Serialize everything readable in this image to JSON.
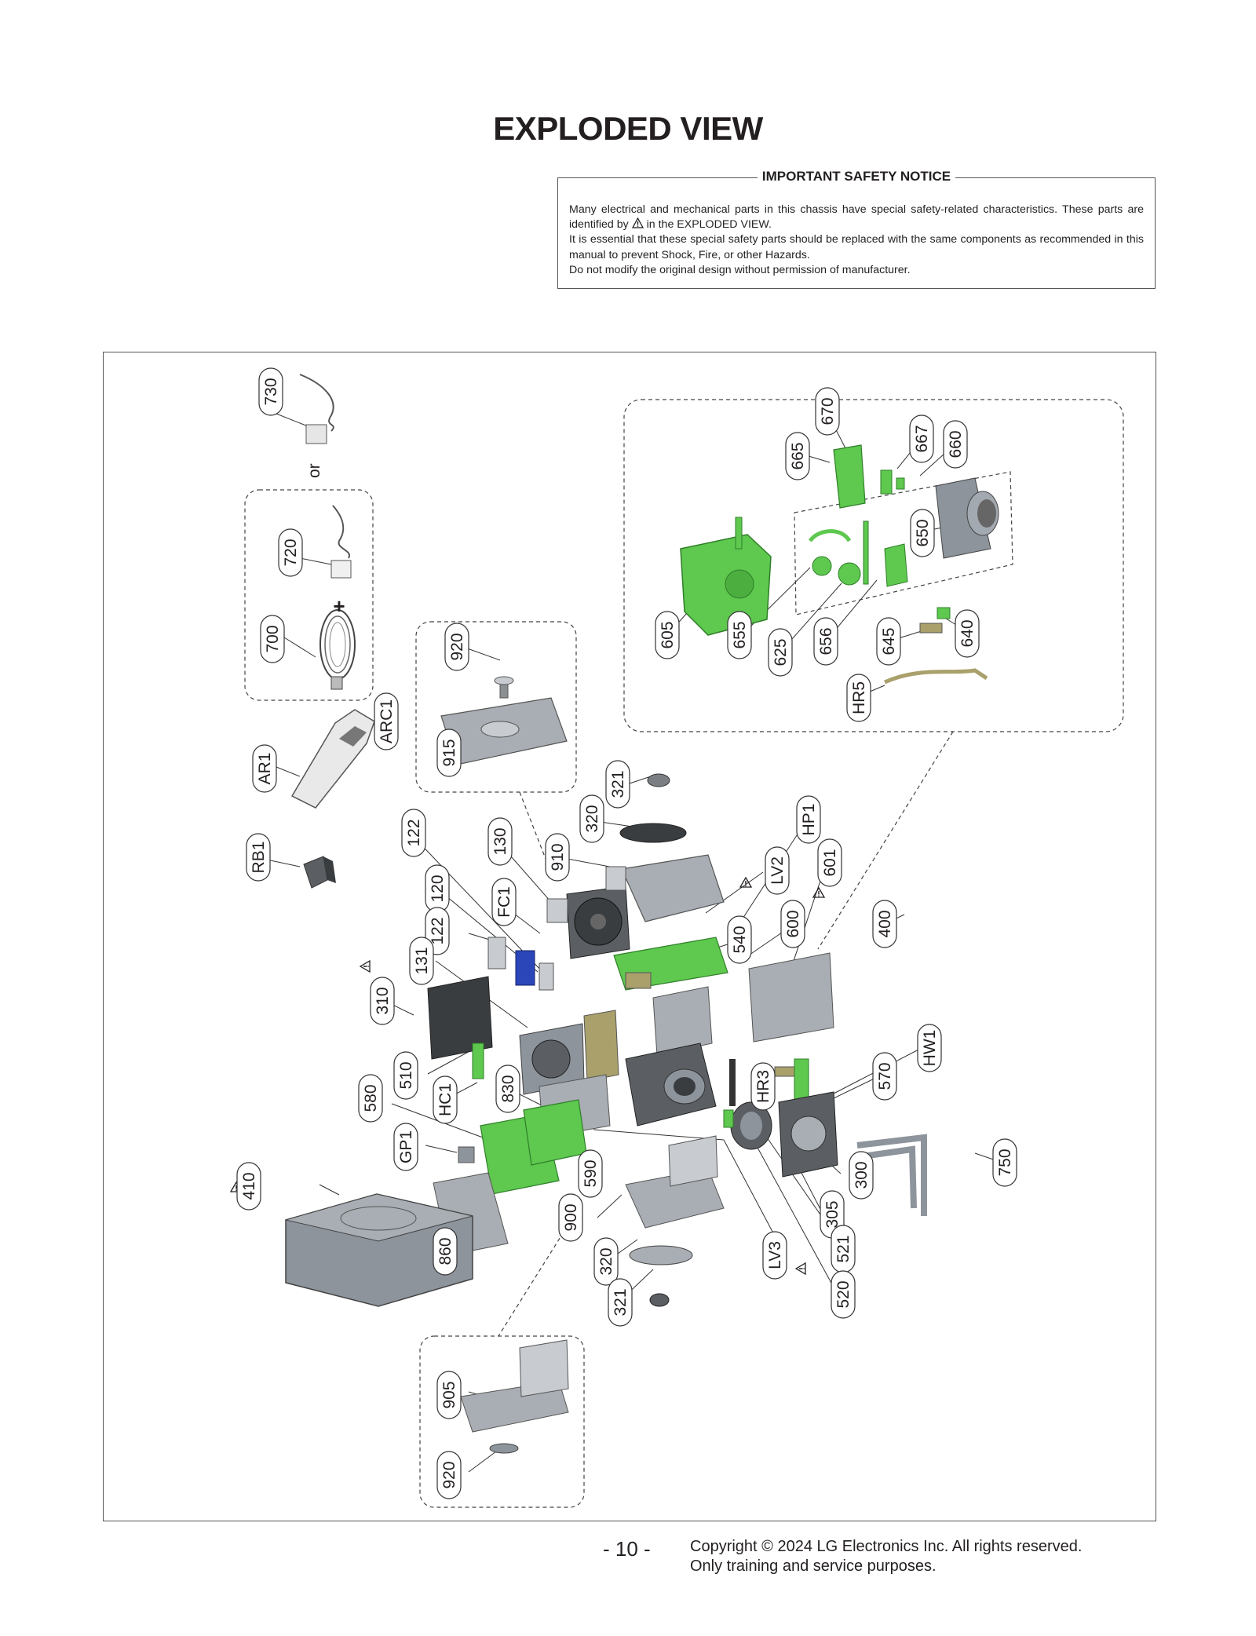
{
  "page_title": "EXPLODED VIEW",
  "safety_notice": {
    "heading": "IMPORTANT SAFETY NOTICE",
    "line1_prefix": "Many electrical and mechanical parts in this chassis have special safety-related characteristics. These parts are identified by",
    "line1_suffix": "in the EXPLODED VIEW.",
    "line2": "It is essential that these special safety parts should be replaced with the same components as recommended in this manual to prevent Shock, Fire, or other Hazards.",
    "line3": "Do not modify the original design without permission of manufacturer."
  },
  "diagram": {
    "callouts": [
      "730",
      "720",
      "700",
      "AR1",
      "ARC1",
      "RB1",
      "920",
      "915",
      "670",
      "665",
      "667",
      "660",
      "650",
      "605",
      "655",
      "625",
      "656",
      "645",
      "640",
      "HR5",
      "321",
      "320",
      "910",
      "130",
      "122",
      "120",
      "FC1",
      "122",
      "131",
      "310",
      "510",
      "HC1",
      "580",
      "GP1",
      "410",
      "860",
      "830",
      "590",
      "900",
      "320",
      "321",
      "HP1",
      "LV2",
      "601",
      "540",
      "600",
      "400",
      "HW1",
      "570",
      "HR3",
      "300",
      "305",
      "521",
      "520",
      "LV3",
      "750",
      "905",
      "920"
    ],
    "connector_or": "or",
    "connector_plus": "+",
    "accent_green": "#5ec84f",
    "accent_blue": "#2b46b8",
    "metal_grey": "#8d949c"
  },
  "footer": {
    "page_number": "- 10 -",
    "copyright": "Copyright © 2024 LG Electronics Inc. All rights reserved.",
    "purpose": "Only training and service purposes."
  }
}
